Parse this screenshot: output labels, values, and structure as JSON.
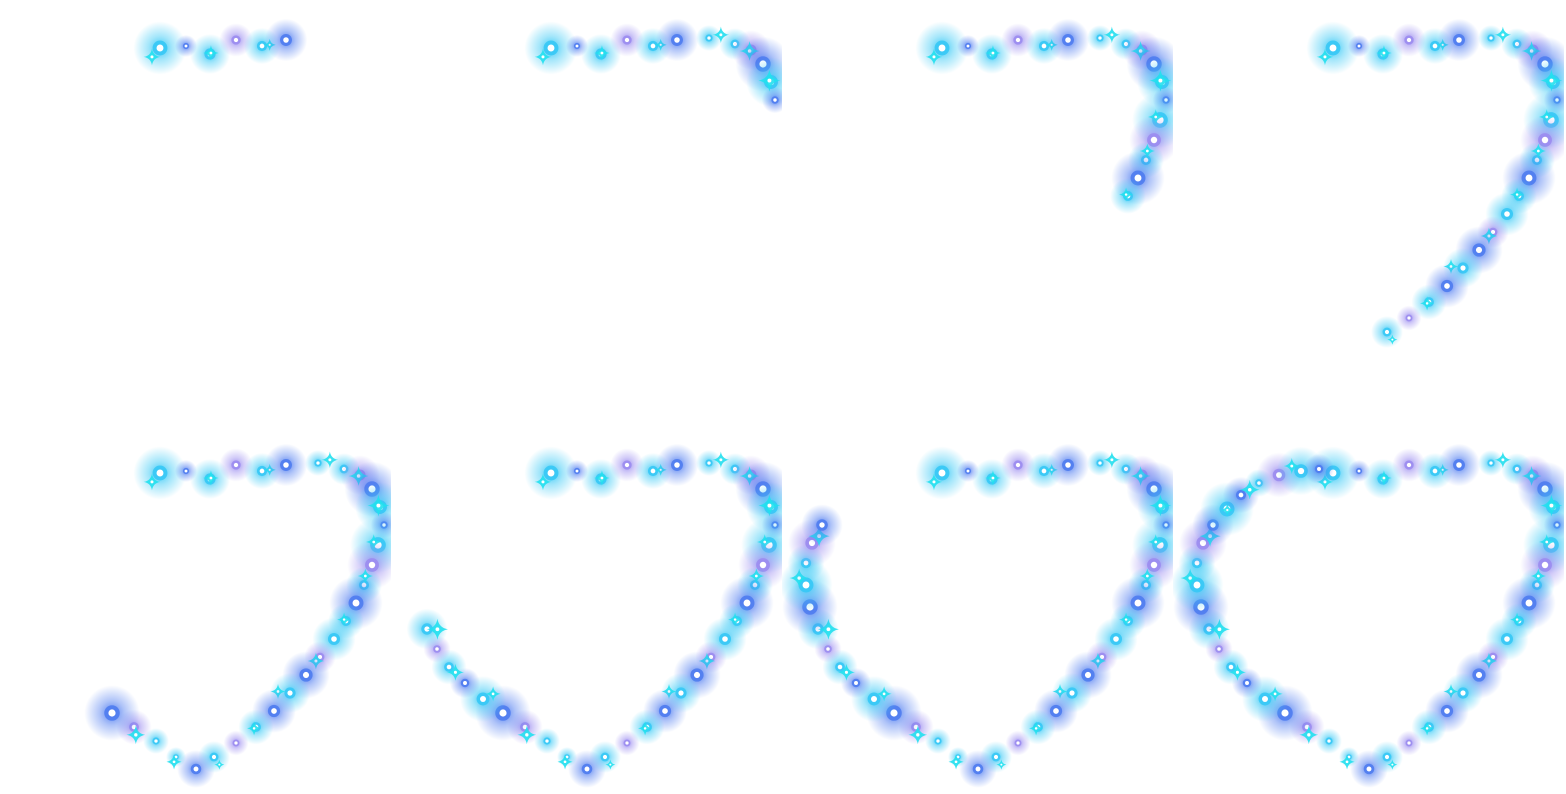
{
  "sprite_sheet": {
    "background": "#ffffff",
    "frame_count": 8,
    "grid": {
      "rows": 2,
      "columns": 4
    },
    "frame_progress": [
      0.12,
      0.25,
      0.38,
      0.55,
      0.65,
      0.75,
      0.88,
      1.0
    ],
    "colors": {
      "cyan_glow": "#36c8f5",
      "blue_glow": "#4f7cf0",
      "lavender_glow": "#9b8cf0",
      "core": "#ffffff",
      "sparkle": "#22e0ee"
    },
    "icons": [
      "sparkle-star-icon",
      "glow-orb-icon"
    ]
  }
}
